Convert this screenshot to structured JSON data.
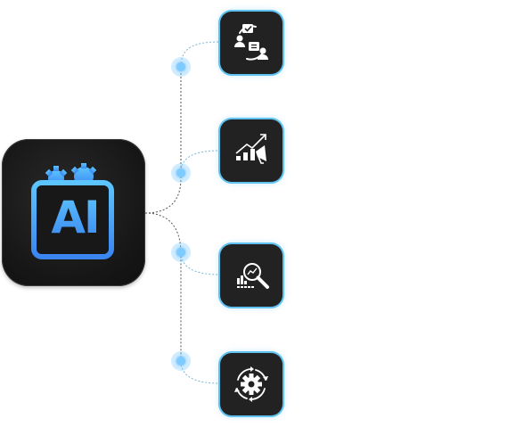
{
  "hub": {
    "label": "AI",
    "icon": "ai-chip-with-gears",
    "accent_color": "#4aa8f5"
  },
  "nodes": [
    {
      "id": "collaboration",
      "icon": "user-collaboration-icon"
    },
    {
      "id": "growth",
      "icon": "growth-chart-megaphone-icon"
    },
    {
      "id": "analysis",
      "icon": "data-analysis-magnifier-icon"
    },
    {
      "id": "automation",
      "icon": "gear-cycle-icon"
    }
  ],
  "colors": {
    "node_border": "#5fc2f0",
    "connector": "#7ab8d8",
    "hub_connector": "#555555",
    "dot": "#7ecbff"
  }
}
